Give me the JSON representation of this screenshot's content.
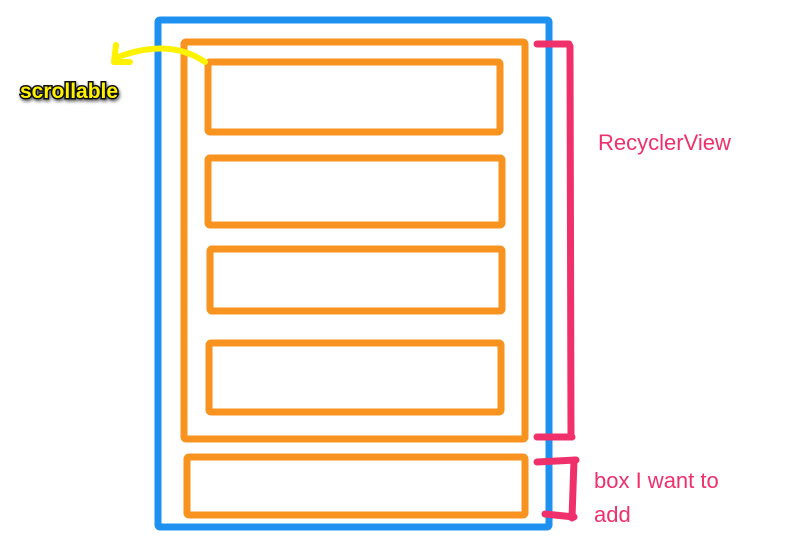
{
  "annotations": {
    "scrollable": "scrollable",
    "recycler_view": "RecyclerView",
    "box_line1": "box I want to",
    "box_line2": "add"
  },
  "colors": {
    "screen": "#1E90F0",
    "view": "#F7931E",
    "bracket": "#F0306A",
    "arrow": "#FFF200"
  },
  "list_item_count": 4
}
